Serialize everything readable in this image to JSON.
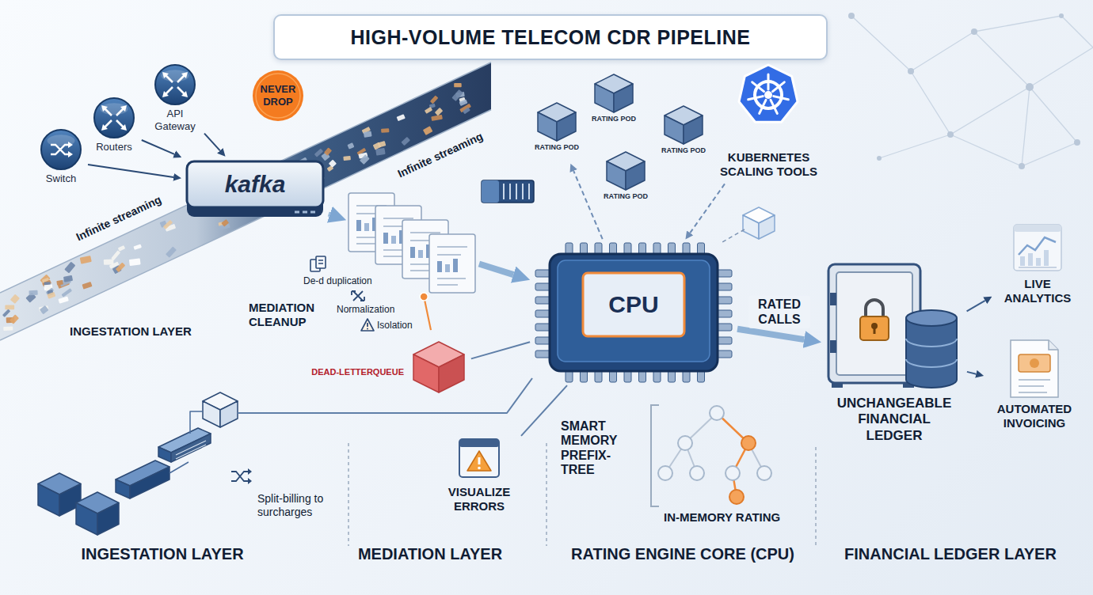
{
  "diagram": {
    "title": "HIGH-VOLUME TELECOM CDR PIPELINE",
    "nodes": [
      {
        "text": [
          "Switch"
        ]
      },
      {
        "text": [
          "Routers"
        ]
      },
      {
        "text": [
          "API Gateway"
        ]
      },
      {
        "text": [
          "kafka"
        ]
      },
      {
        "text": [
          "NEVER DROP"
        ]
      },
      {
        "text": [
          "MEDIATION CLEANUP"
        ]
      },
      {
        "text": [
          "DEAD-LETTERQUEUE"
        ]
      },
      {
        "text": [
          "RATING POD"
        ]
      },
      {
        "text": [
          "RATING POD"
        ]
      },
      {
        "text": [
          "RATING POD"
        ]
      },
      {
        "text": [
          "RATING POD"
        ]
      },
      {
        "text": [
          "KUBERNETES SCALING TOOLS"
        ]
      },
      {
        "text": [
          "CPU"
        ]
      },
      {
        "text": [
          "UNCHANGEABLE FINANCIAL LEDGER"
        ]
      },
      {
        "text": [
          "LIVE ANALYTICS"
        ]
      },
      {
        "text": [
          "AUTOMATED INVOICING"
        ]
      },
      {
        "text": [
          "VISUALIZE ERRORS"
        ]
      }
    ],
    "edges": [
      {
        "from": 0,
        "to": 3,
        "arrow": "to"
      },
      {
        "from": 1,
        "to": 3,
        "arrow": "to"
      },
      {
        "from": 2,
        "to": 3,
        "arrow": "to"
      },
      {
        "from": 3,
        "to": 5,
        "arrow": "to"
      },
      {
        "from": 5,
        "to": 12,
        "arrow": "to"
      },
      {
        "from": 5,
        "to": 6,
        "arrow": "none"
      },
      {
        "from": 6,
        "to": 12,
        "arrow": "none"
      },
      {
        "from": 11,
        "to": 12,
        "arrow": "to"
      },
      {
        "from": 12,
        "to": 7,
        "arrow": "to"
      },
      {
        "from": 12,
        "to": 13,
        "label": "RATED CALLS",
        "arrow": "to"
      },
      {
        "from": 13,
        "to": 14,
        "arrow": "to"
      },
      {
        "from": 13,
        "to": 15,
        "arrow": "to"
      },
      {
        "from": 12,
        "to": 16,
        "arrow": "none"
      }
    ],
    "labels": [
      "Infinite streaming",
      "Infinite streaming",
      "De-d duplication",
      "Normalization",
      "Isolation",
      "INGESTATION LAYER",
      "SMART MEMORY PREFIX-TREE",
      "IN-MEMORY RATING",
      "Split-billing to surcharges",
      "INGESTATION LAYER",
      "MEDIATION LAYER",
      "RATING ENGINE CORE (CPU)",
      "FINANCIAL LEDGER LAYER"
    ]
  }
}
